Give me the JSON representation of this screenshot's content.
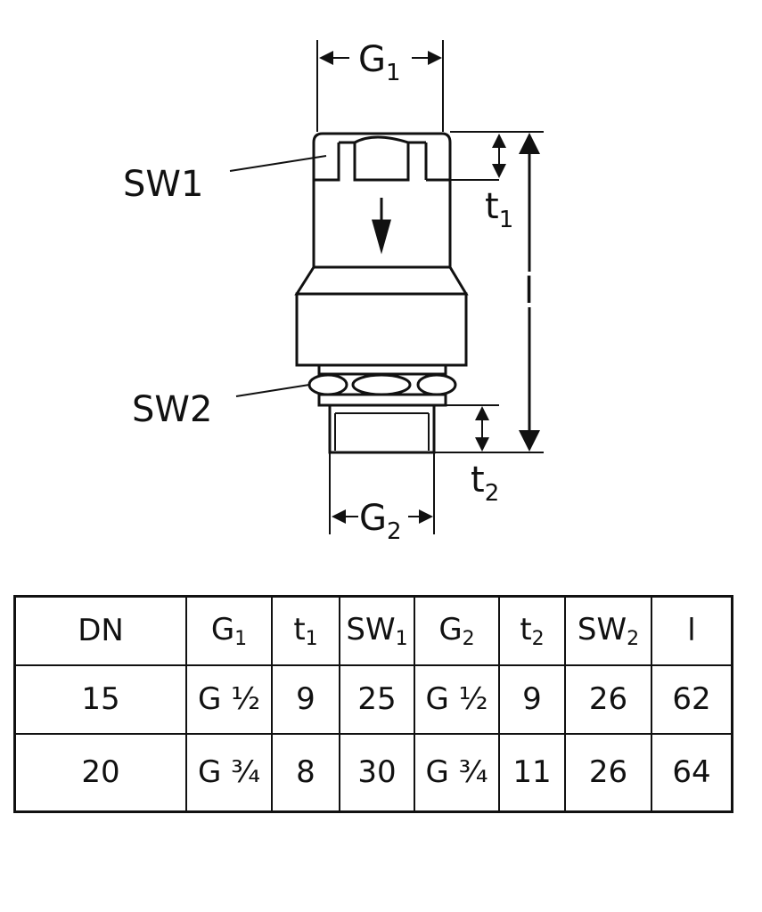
{
  "diagram": {
    "labels": {
      "g1": {
        "base": "G",
        "sub": "1"
      },
      "g2": {
        "base": "G",
        "sub": "2"
      },
      "t1": {
        "base": "t",
        "sub": "1"
      },
      "t2": {
        "base": "t",
        "sub": "2"
      },
      "sw1": "SW1",
      "sw2": "SW2",
      "l": "l"
    }
  },
  "table": {
    "headers": [
      {
        "base": "DN",
        "sub": ""
      },
      {
        "base": "G",
        "sub": "1"
      },
      {
        "base": "t",
        "sub": "1"
      },
      {
        "base": "SW",
        "sub": "1"
      },
      {
        "base": "G",
        "sub": "2"
      },
      {
        "base": "t",
        "sub": "2"
      },
      {
        "base": "SW",
        "sub": "2"
      },
      {
        "base": "l",
        "sub": ""
      }
    ],
    "rows": [
      [
        "15",
        "G ½",
        "9",
        "25",
        "G ½",
        "9",
        "26",
        "62"
      ],
      [
        "20",
        "G ¾",
        "8",
        "30",
        "G ¾",
        "11",
        "26",
        "64"
      ]
    ]
  }
}
